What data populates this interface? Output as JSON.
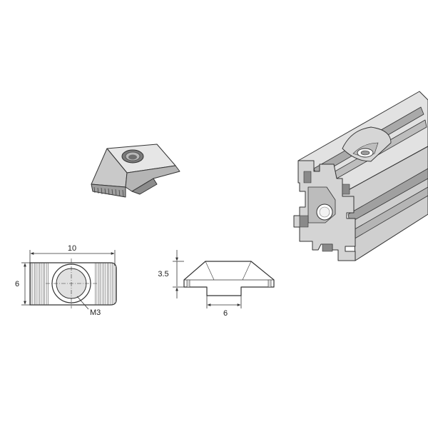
{
  "colors": {
    "line": "#333333",
    "light": "#d9d9d9",
    "mid": "#a8a8a8",
    "dark": "#6e6e6e",
    "background": "#ffffff"
  },
  "top_view": {
    "width_label": "10",
    "height_label": "6",
    "thread_label": "M3"
  },
  "side_view": {
    "height_label": "3.5",
    "width_label": "6"
  }
}
